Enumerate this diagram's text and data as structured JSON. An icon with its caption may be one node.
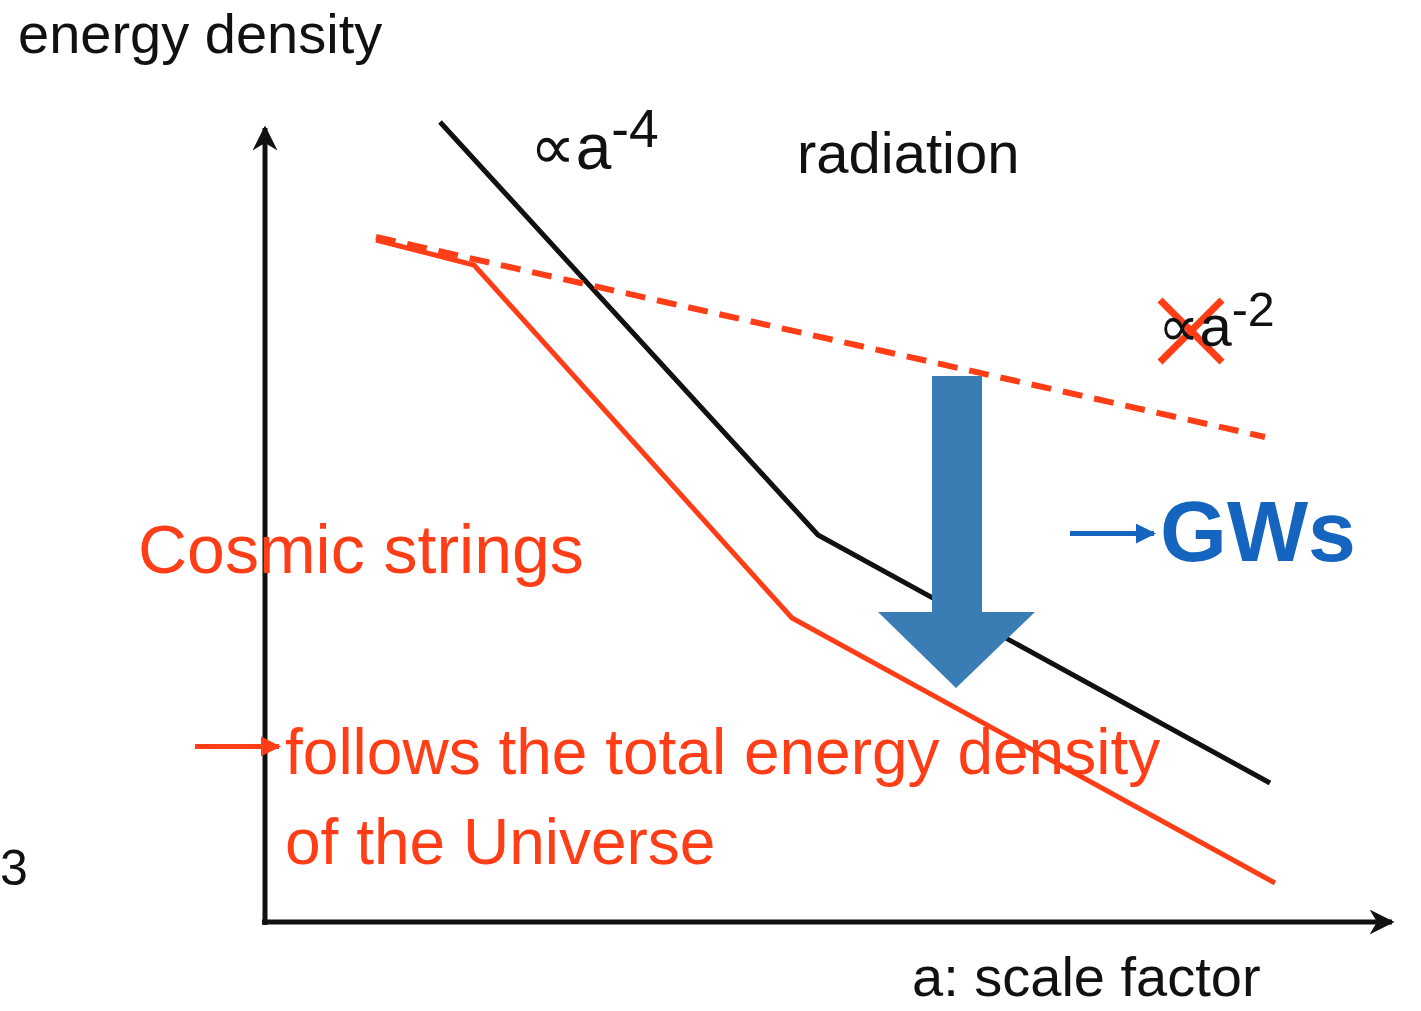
{
  "diagram": {
    "nodes": [
      {
        "text": [
          "GWs"
        ]
      },
      {
        "text": [
          "follows the total energy density of the Universe"
        ]
      }
    ],
    "edges": [
      {
        "from": null,
        "to": 0,
        "arrow": "to",
        "color": "#1565c0"
      },
      {
        "from": null,
        "to": 1,
        "arrow": "to",
        "color": "#ff3d17"
      }
    ],
    "labels": [
      "energy density",
      "∝a$^{-4}$",
      "radiation",
      "∝a$^{-2}$",
      "Cosmic strings",
      "a: scale factor",
      "3"
    ]
  }
}
